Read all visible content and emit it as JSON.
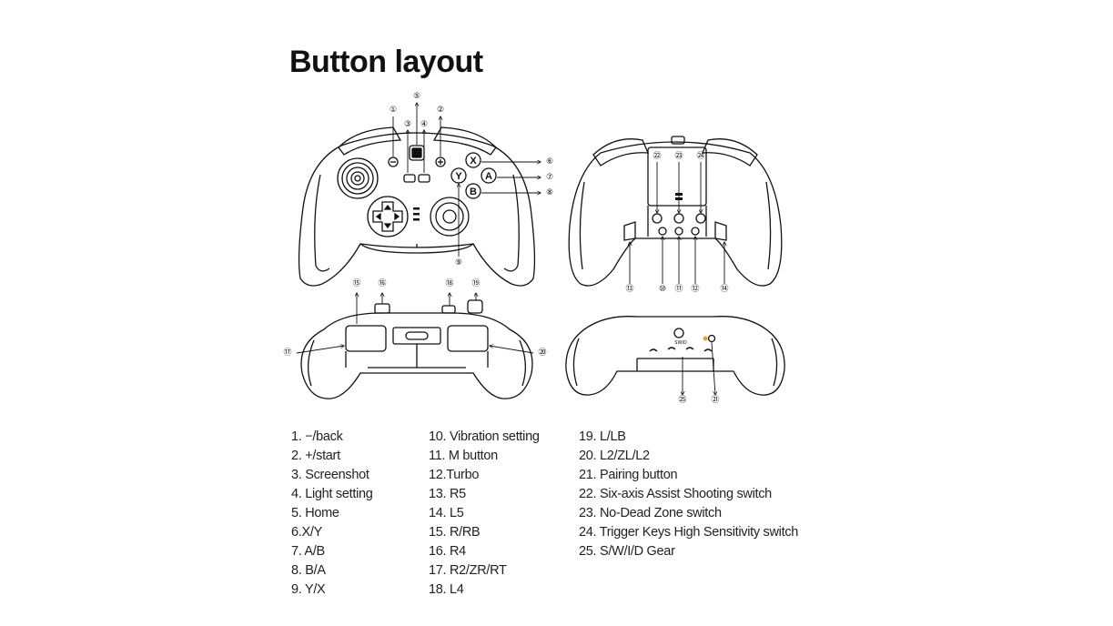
{
  "title": "Button layout",
  "callouts": {
    "n1": "①",
    "n2": "②",
    "n3": "③",
    "n4": "④",
    "n5": "⑤",
    "n6": "⑥",
    "n7": "⑦",
    "n8": "⑧",
    "n9": "⑨",
    "n10": "⑩",
    "n11": "⑪",
    "n12": "⑫",
    "n13": "⑬",
    "n14": "⑭",
    "n15": "⑮",
    "n16": "⑯",
    "n17": "⑰",
    "n18": "⑱",
    "n19": "⑲",
    "n20": "⑳",
    "n21": "㉑",
    "n22": "㉒",
    "n23": "㉓",
    "n24": "㉔",
    "n25": "㉕"
  },
  "face_buttons": {
    "x": "X",
    "y": "Y",
    "a": "A",
    "b": "B"
  },
  "legend": {
    "col1": [
      "1. −/back",
      "2. +/start",
      "3. Screenshot",
      "4. Light setting",
      "5. Home",
      "6.X/Y",
      "7. A/B",
      "8. B/A",
      "9. Y/X"
    ],
    "col2": [
      "10. Vibration setting",
      "11. M button",
      "12.Turbo",
      "13. R5",
      "14. L5",
      "15. R/RB",
      "16. R4",
      "17. R2/ZR/RT",
      "18. L4"
    ],
    "col3": [
      "19. L/LB",
      "20. L2/ZL/L2",
      "21. Pairing button",
      "22. Six-axis Assist Shooting switch",
      "23. No-Dead Zone switch",
      "24. Trigger Keys High Sensitivity switch",
      "25. S/W/I/D Gear"
    ]
  }
}
